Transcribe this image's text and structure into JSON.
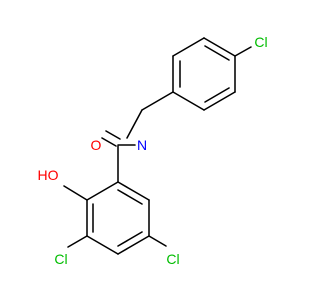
{
  "molecule": {
    "atoms": {
      "chlorine_top": {
        "label": "Cl",
        "color": "#00bd00"
      },
      "nitrogen": {
        "label": "N",
        "color": "#0000ff"
      },
      "oxygen_carbonyl": {
        "label": "O",
        "color": "#ff0000"
      },
      "hydroxyl": {
        "label": "HO",
        "color": "#ff0000"
      },
      "chlorine_left": {
        "label": "Cl",
        "color": "#00bd00"
      },
      "chlorine_right": {
        "label": "Cl",
        "color": "#00bd00"
      }
    },
    "bond_color": "#000000",
    "background_color": "#ffffff"
  }
}
